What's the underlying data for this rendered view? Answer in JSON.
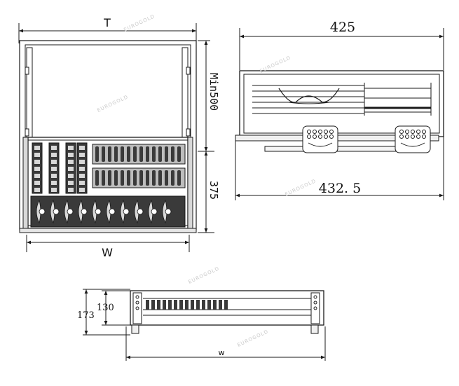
{
  "front_view": {
    "width_top_label": "T",
    "height_upper_label": "Min500",
    "height_lower_label": "375",
    "width_bottom_label": "W"
  },
  "side_view": {
    "depth_top_label": "425",
    "depth_bottom_label": "432. 5"
  },
  "bottom_view": {
    "height_outer_label": "173",
    "height_inner_label": "130",
    "width_label": "w"
  },
  "watermark": "EUROGOLD",
  "colors": {
    "line": "#1a1a1a",
    "basket_dark": "#3a3a3a",
    "basket_light": "#d8d8d8",
    "background": "#ffffff"
  }
}
